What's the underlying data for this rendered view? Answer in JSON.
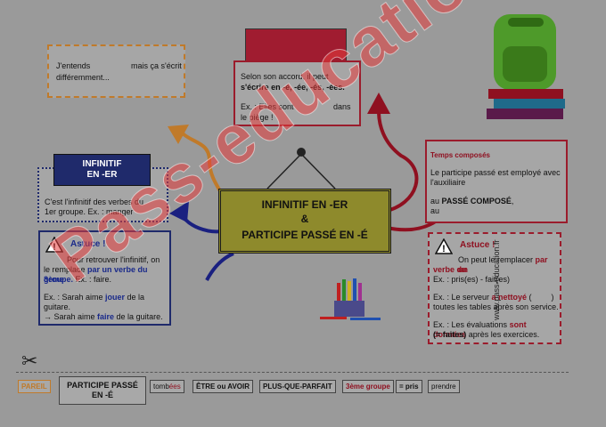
{
  "top_left_box": {
    "line1_a": "J'entends",
    "line1_b": "mais ça s'écrit",
    "line2": "différemment..."
  },
  "top_center_box": {
    "line1": "Selon son accord, il peut",
    "line2": "s'écrire en -é, -ée, -és, -ées.",
    "line3_a": "Ex. : Elles sont",
    "line3_b": "dans",
    "line4": "le piège !"
  },
  "center_box": {
    "line1": "INFINITIF EN -ER",
    "line2": "&",
    "line3": "PARTICIPE PASSÉ EN -É"
  },
  "infinitif_box": {
    "title_line1": "INFINITIF",
    "title_line2": "EN -ER",
    "line1": "C'est l'infinitif des verbes du",
    "line2": "1er groupe. Ex. : manger"
  },
  "astuce_left": {
    "title": "Astuce !",
    "line1": "Pour retrouver l'infinitif, on",
    "line2_a": "le remplace ",
    "line2_b": "par un verbe du 3ème",
    "line3_a": "groupe.",
    "line3_b": " Ex. : faire.",
    "line4_a": "Ex. : Sarah aime ",
    "line4_b": "jouer",
    "line4_c": " de la",
    "line5": "guitare.",
    "line6_a": "→ Sarah aime ",
    "line6_b": "faire",
    "line6_c": " de la guitare."
  },
  "temps_box": {
    "title": "Temps composés",
    "line1": "Le participe passé est employé avec",
    "line2": "l'auxiliaire",
    "line3_a": "au ",
    "line3_b": "PASSÉ COMPOSÉ",
    "line3_c": ",",
    "line4": "au"
  },
  "astuce_right": {
    "title": "Astuce !",
    "line1_a": "On peut le remplacer ",
    "line1_b": "par un",
    "line2": "verbe du",
    "line3": "Ex. : pris(es) - fait(es)",
    "line4_a": "Ex. : Le serveur ",
    "line4_b": "a nettoyé",
    "line4_c": " (",
    "line4_d": ")",
    "line5": "toutes les tables après son service.",
    "line6_a": "Ex. : Les évaluations ",
    "line6_b": "sont données",
    "line7_a": "(= faites)",
    "line7_b": " après les exercices."
  },
  "chips": {
    "pareil": "PAREIL",
    "participe_line1": "PARTICIPE PASSÉ",
    "participe_line2": "EN -É",
    "tombees_a": "tomb",
    "tombees_b": "ées",
    "etre_avoir": "ÊTRE ou AVOIR",
    "plus_que_parfait": "PLUS-QUE-PARFAIT",
    "groupe_a": "3ème",
    "groupe_b": " groupe",
    "pris": "= pris",
    "prendre": "prendre"
  },
  "side_url": "www.pass-education.fr",
  "watermark": "Pass-education",
  "colors": {
    "navy": "#1f2a6b",
    "dark_red": "#9b1c2c",
    "orange": "#c07a2a",
    "gray_bg": "#9a9a9a"
  }
}
